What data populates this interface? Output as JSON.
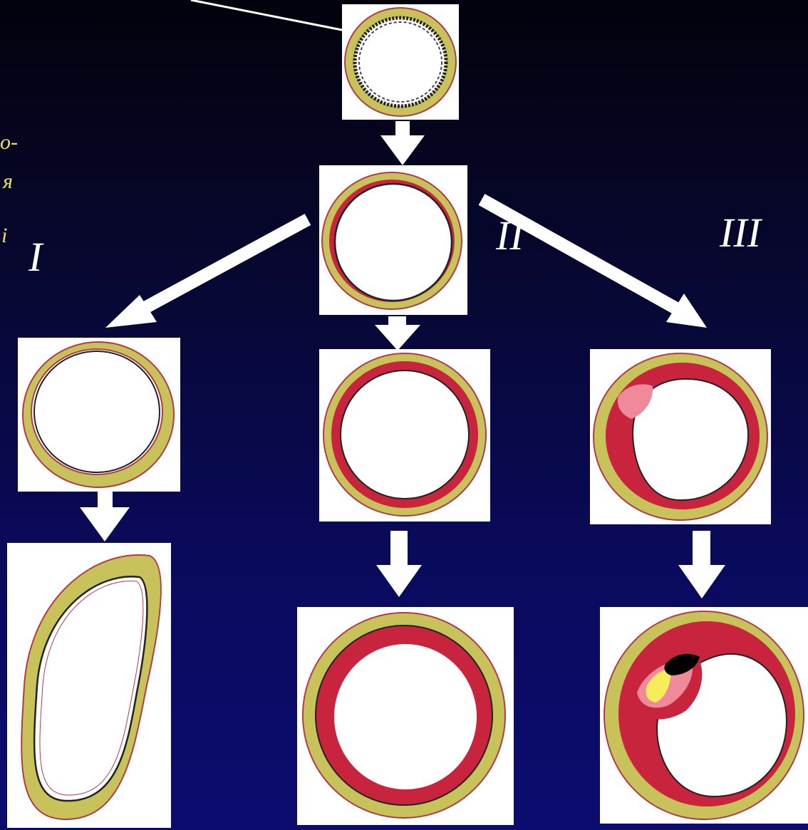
{
  "labels": {
    "roman_1": "I",
    "roman_2": "II",
    "roman_3": "III"
  },
  "left_text_fragments": [
    "о-",
    "я",
    "і"
  ],
  "colors": {
    "background_top": "#02020c",
    "background_bottom": "#0c0c70",
    "adventitia": "#c8c25a",
    "intima_thickening": "#c8243e",
    "plaque_core": "#f08a9a",
    "lipid": "#f5ee5a",
    "necrotic": "#000000",
    "arrow": "#ffffff",
    "text_yellow": "#f2e05a"
  },
  "icons": [
    "arrow-down-icon",
    "arrow-diagonal-icon"
  ]
}
